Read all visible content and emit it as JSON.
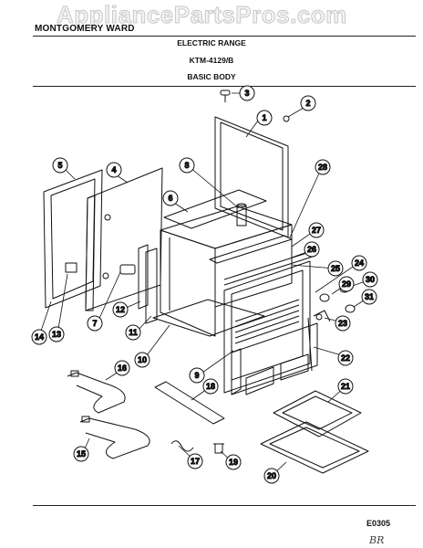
{
  "header": {
    "brand": "MONTGOMERY WARD",
    "product": "ELECTRIC RANGE",
    "model": "KTM-4129/B",
    "section": "BASIC BODY"
  },
  "watermark": "AppliancePartsPros.com",
  "footer": {
    "code": "E0305",
    "initials": "BR"
  },
  "callouts": [
    "1",
    "2",
    "3",
    "4",
    "5",
    "6",
    "7",
    "8",
    "9",
    "10",
    "11",
    "12",
    "13",
    "14",
    "15",
    "16",
    "17",
    "18",
    "19",
    "20",
    "21",
    "22",
    "23",
    "24",
    "25",
    "26",
    "27",
    "28",
    "29",
    "30",
    "31"
  ]
}
